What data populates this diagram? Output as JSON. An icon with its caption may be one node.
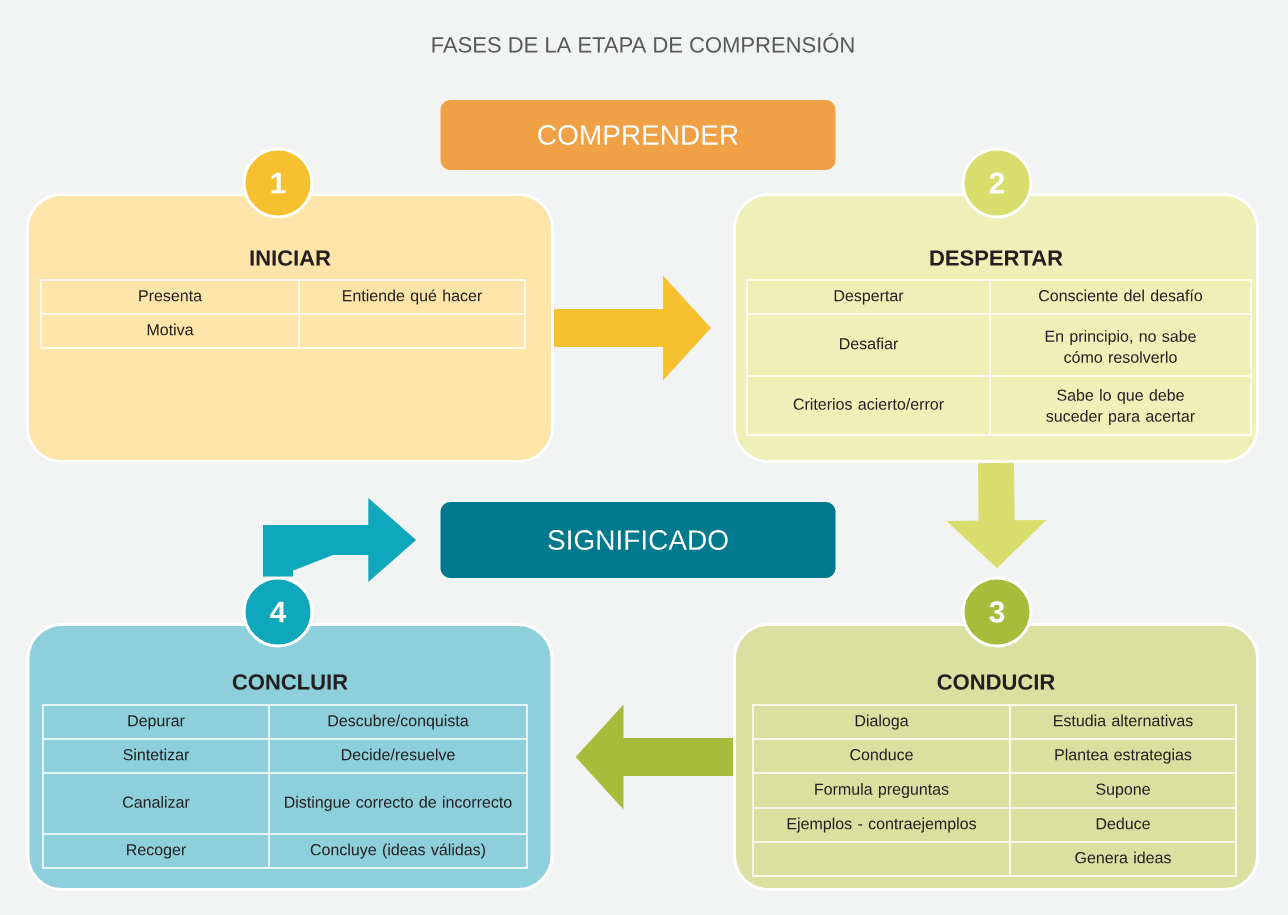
{
  "diagram": {
    "title": "FASES DE LA ETAPA DE COMPRENSIÓN",
    "nodes": [
      {
        "text": [
          "COMPRENDER"
        ]
      },
      {
        "text": [
          "1"
        ]
      },
      {
        "text": [
          "INICIAR",
          "Presenta",
          "Entiende qué hacer",
          "Motiva"
        ]
      },
      {
        "text": [
          "2"
        ]
      },
      {
        "text": [
          "DESPERTAR",
          "Despertar",
          "Consciente del desafío",
          "Desafiar",
          "En principio, no sabe cómo resolverlo",
          "Criterios acierto/error",
          "Sabe lo que debe suceder para acertar"
        ]
      },
      {
        "text": [
          "SIGNIFICADO"
        ]
      },
      {
        "text": [
          "4"
        ]
      },
      {
        "text": [
          "CONCLUIR",
          "Depurar",
          "Descubre/conquista",
          "Sintetizar",
          "Decide/resuelve",
          "Canalizar",
          "Distingue correcto de incorrecto",
          "Recoger",
          "Concluye (ideas válidas)"
        ]
      },
      {
        "text": [
          "3"
        ]
      },
      {
        "text": [
          "CONDUCIR",
          "Dialoga",
          "Estudia alternativas",
          "Conduce",
          "Plantea estrategias",
          "Formula preguntas",
          "Supone",
          "Ejemplos - contraejemplos",
          "Deduce",
          "Genera ideas"
        ]
      }
    ],
    "edges": [
      {
        "from": 2,
        "to": 4,
        "arrow": "to",
        "color": "#f6c12e"
      },
      {
        "from": 4,
        "to": 8,
        "arrow": "to",
        "color": "#d9dd6b"
      },
      {
        "from": 9,
        "to": 7,
        "arrow": "to",
        "color": "#a8bc3c"
      },
      {
        "from": 6,
        "to": 5,
        "arrow": "to",
        "color": "#0fa7bb"
      }
    ]
  }
}
